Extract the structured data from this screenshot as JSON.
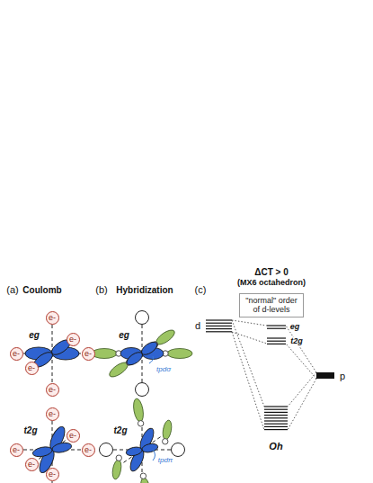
{
  "diagram": {
    "nodes": [
      {
        "text": [
          "e-"
        ]
      },
      {
        "text": [
          "e-"
        ]
      },
      {
        "text": [
          "e-"
        ]
      },
      {
        "text": [
          "e-"
        ]
      },
      {
        "text": [
          "e-"
        ]
      },
      {
        "text": [
          "e-"
        ]
      },
      {
        "text": [
          "e-"
        ]
      },
      {
        "text": [
          "e-"
        ]
      },
      {
        "text": [
          "e-"
        ]
      },
      {
        "text": [
          "e-"
        ]
      },
      {
        "text": [
          "e-"
        ]
      },
      {
        "text": [
          "e-"
        ]
      },
      {
        "text": [
          "\"normal\" order of d-levels"
        ]
      }
    ],
    "labels": [
      "(a)",
      "Coulomb",
      "(b)",
      "Hybridization",
      "(c)",
      "ΔCT > 0",
      "(MX6 octahedron)",
      "eg",
      "t2g",
      "eg",
      "tpdσ",
      "t2g",
      "tpdπ",
      "d",
      "p",
      "eg",
      "t2g",
      "Oh"
    ]
  }
}
